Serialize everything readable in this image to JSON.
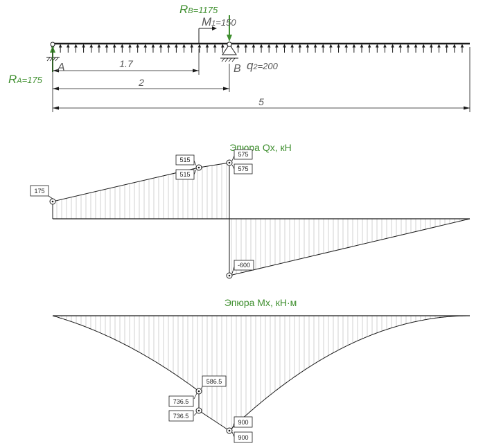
{
  "beam": {
    "reactions": {
      "RA_main": "R",
      "RA_sub": "A",
      "RA_val": "=175",
      "RB_main": "R",
      "RB_sub": "B",
      "RB_val": "=1175"
    },
    "moment": {
      "main": "M",
      "sub": "1",
      "val": "=150"
    },
    "load": {
      "main": "q",
      "sub": "2",
      "val": "=200"
    },
    "points": {
      "A": "A",
      "B": "B"
    },
    "dimensions": {
      "d1": "1.7",
      "d2": "2",
      "d3": "5"
    }
  },
  "qx": {
    "title": "Эпюра Qx, кН",
    "labels": [
      "175",
      "515",
      "515",
      "575",
      "575",
      "-600"
    ]
  },
  "mx": {
    "title": "Эпюра Mx, кН·м",
    "labels": [
      "586.5",
      "736.5",
      "736.5",
      "900",
      "900"
    ]
  },
  "colors": {
    "accent": "#3f8f2f",
    "line": "#1a1a1a",
    "hatch": "#bdbdbd"
  }
}
